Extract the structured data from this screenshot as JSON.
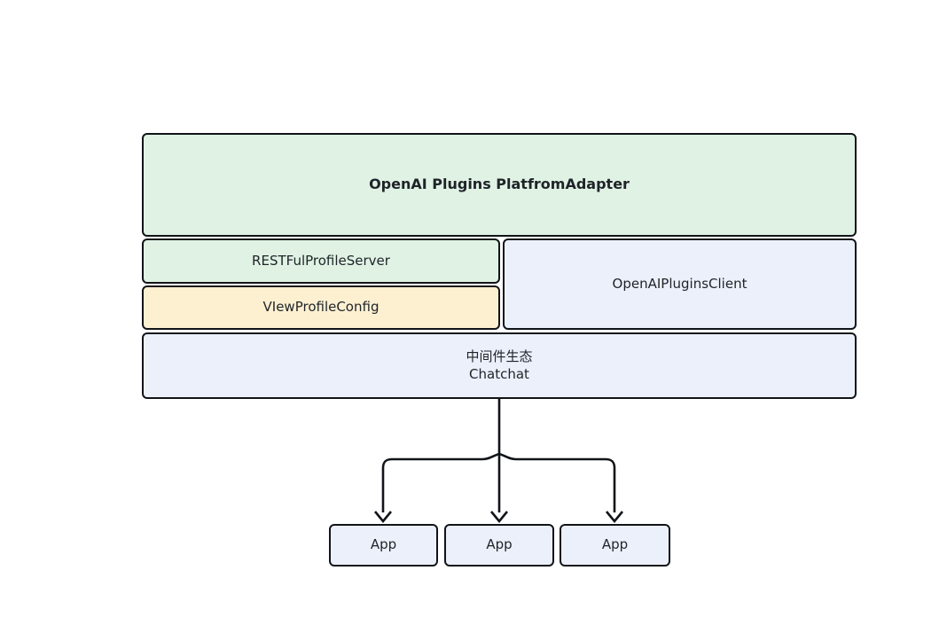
{
  "diagram": {
    "type": "block-architecture",
    "background_color": "#ffffff",
    "edge_color": "#111418",
    "text_color": "#1f2328",
    "nodes": [
      {
        "id": "platform-adapter",
        "label": "OpenAI Plugins PlatfromAdapter",
        "fill": "#dff2e4",
        "stroke": "#111418",
        "bold": true
      },
      {
        "id": "restful-profile-server",
        "label": "RESTFulProfileServer",
        "fill": "#dff2e4",
        "stroke": "#111418",
        "bold": false
      },
      {
        "id": "view-profile-config",
        "label": "VIewProfileConfig",
        "fill": "#fdf0d1",
        "stroke": "#111418",
        "bold": false
      },
      {
        "id": "openai-plugins-client",
        "label": "OpenAIPluginsClient",
        "fill": "#ecf0fb",
        "stroke": "#111418",
        "bold": false
      },
      {
        "id": "middleware-chatchat",
        "label": "中间件生态\nChatchat",
        "fill": "#ecf0fb",
        "stroke": "#111418",
        "bold": false
      },
      {
        "id": "app-1",
        "label": "App",
        "fill": "#ecf0fb",
        "stroke": "#111418",
        "bold": false
      },
      {
        "id": "app-2",
        "label": "App",
        "fill": "#ecf0fb",
        "stroke": "#111418",
        "bold": false
      },
      {
        "id": "app-3",
        "label": "App",
        "fill": "#ecf0fb",
        "stroke": "#111418",
        "bold": false
      }
    ],
    "edges": [
      {
        "id": "edge-chatchat-app-1",
        "from": "middleware-chatchat",
        "to": "app-1",
        "arrow": "open"
      },
      {
        "id": "edge-chatchat-app-2",
        "from": "middleware-chatchat",
        "to": "app-2",
        "arrow": "open"
      },
      {
        "id": "edge-chatchat-app-3",
        "from": "middleware-chatchat",
        "to": "app-3",
        "arrow": "open"
      }
    ]
  }
}
